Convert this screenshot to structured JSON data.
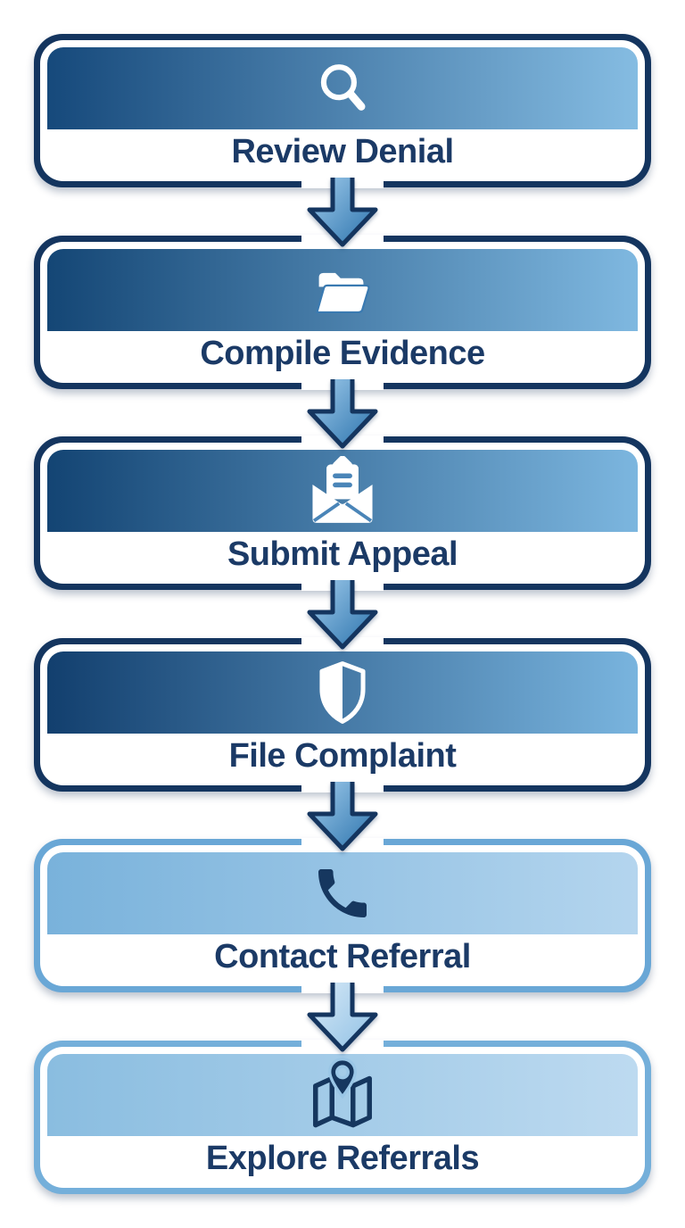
{
  "diagram": {
    "steps": [
      {
        "label": "Review Denial",
        "icon": "magnifier-icon",
        "variant": "dark",
        "border": "#14355f",
        "gradient": [
          "#16497b",
          "#85bce2"
        ],
        "icon_color": "#ffffff"
      },
      {
        "label": "Compile Evidence",
        "icon": "folder-icon",
        "variant": "dark",
        "border": "#14355f",
        "gradient": [
          "#144675",
          "#7fb8e0"
        ],
        "icon_color": "#ffffff"
      },
      {
        "label": "Submit Appeal",
        "icon": "envelope-icon",
        "variant": "dark",
        "border": "#14355f",
        "gradient": [
          "#134473",
          "#7cb6df"
        ],
        "icon_color": "#ffffff"
      },
      {
        "label": "File Complaint",
        "icon": "shield-icon",
        "variant": "dark",
        "border": "#14355f",
        "gradient": [
          "#123f6e",
          "#79b4de"
        ],
        "icon_color": "#ffffff"
      },
      {
        "label": "Contact Referral",
        "icon": "phone-icon",
        "variant": "light",
        "border": "#69a7d6",
        "gradient": [
          "#79b2db",
          "#b4d5ee"
        ],
        "icon_color": "#16375f"
      },
      {
        "label": "Explore Referrals",
        "icon": "map-icon",
        "variant": "light",
        "border": "#74afda",
        "gradient": [
          "#8abde0",
          "#bddaf0"
        ],
        "icon_color": "#16375f"
      }
    ],
    "connectors": [
      {
        "from": 0,
        "to": 1,
        "variant": "dark"
      },
      {
        "from": 1,
        "to": 2,
        "variant": "dark"
      },
      {
        "from": 2,
        "to": 3,
        "variant": "dark"
      },
      {
        "from": 3,
        "to": 4,
        "variant": "dark"
      },
      {
        "from": 4,
        "to": 5,
        "variant": "light"
      }
    ],
    "colors": {
      "navy": "#14355f",
      "label_text": "#1b3a66",
      "envelope_gap": "#4a85b8",
      "folder_gap": "#3a7ab1",
      "pin_halo": "#9ac6e6",
      "arrow_dark_fill_start": "#a5cfee",
      "arrow_dark_fill_end": "#2a72ac",
      "arrow_light_fill_start": "#d9eaf7",
      "arrow_light_fill_end": "#90c1e5"
    }
  }
}
